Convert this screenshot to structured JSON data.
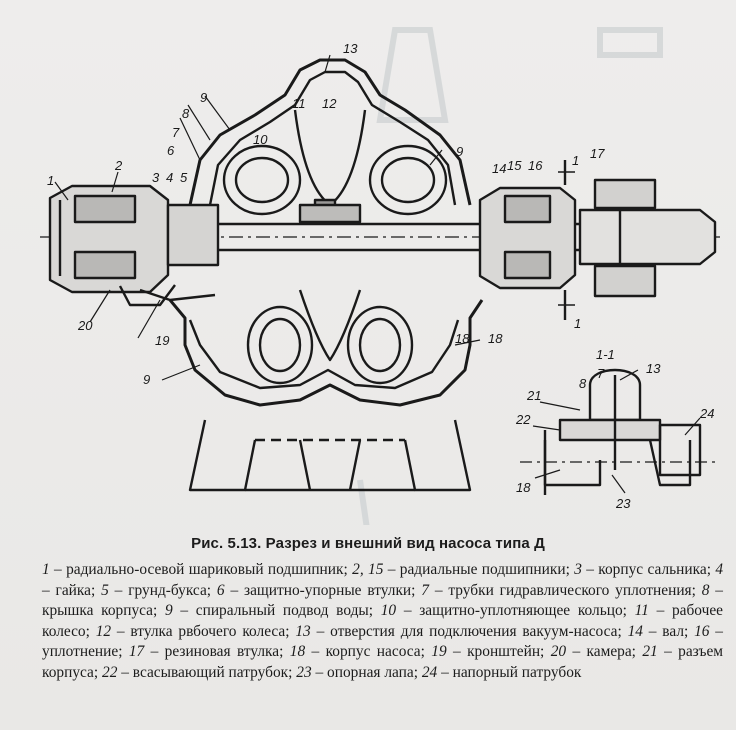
{
  "figure": {
    "labels": [
      "1",
      "2",
      "3",
      "4",
      "5",
      "6",
      "7",
      "8",
      "9",
      "10",
      "11",
      "12",
      "13",
      "14",
      "15",
      "16",
      "17",
      "18",
      "19",
      "20",
      "9",
      "9",
      "18",
      "1",
      "1",
      "1-1",
      "7",
      "8",
      "13",
      "21",
      "22",
      "24",
      "18",
      "23"
    ]
  },
  "caption": "Рис. 5.13. Разрез и внешний вид насоса типа Д",
  "legend": [
    {
      "num": "1",
      "text": " – радиально-осевой шариковый подшипник; "
    },
    {
      "num": "2, 15",
      "text": " – радиальные подшипники; "
    },
    {
      "num": "3",
      "text": " – корпус сальника; "
    },
    {
      "num": "4",
      "text": " – гайка; "
    },
    {
      "num": "5",
      "text": " – грунд-букса; "
    },
    {
      "num": "6",
      "text": " – защитно-упорные втулки; "
    },
    {
      "num": "7",
      "text": " – трубки гидравлического уплотнения; "
    },
    {
      "num": "8",
      "text": " – крышка корпуса; "
    },
    {
      "num": "9",
      "text": " – спиральный подвод воды; "
    },
    {
      "num": "10",
      "text": " – защитно-уплотняющее кольцо; "
    },
    {
      "num": "11",
      "text": " – рабочее колесо; "
    },
    {
      "num": "12",
      "text": " – втулка рвбочего колеса; "
    },
    {
      "num": "13",
      "text": " – отверстия для подключения вакуум-насоса; "
    },
    {
      "num": "14",
      "text": " – вал; "
    },
    {
      "num": "16",
      "text": " – уплотнение; "
    },
    {
      "num": "17",
      "text": " – резиновая втулка; "
    },
    {
      "num": "18",
      "text": " – корпус насоса; "
    },
    {
      "num": "19",
      "text": " – кронштейн; "
    },
    {
      "num": "20",
      "text": " – камера; "
    },
    {
      "num": "21",
      "text": " – разъем корпуса; "
    },
    {
      "num": "22",
      "text": " – всасывающий патрубок; "
    },
    {
      "num": "23",
      "text": " – опорная лапа; "
    },
    {
      "num": "24",
      "text": " – напорный патрубок"
    }
  ]
}
